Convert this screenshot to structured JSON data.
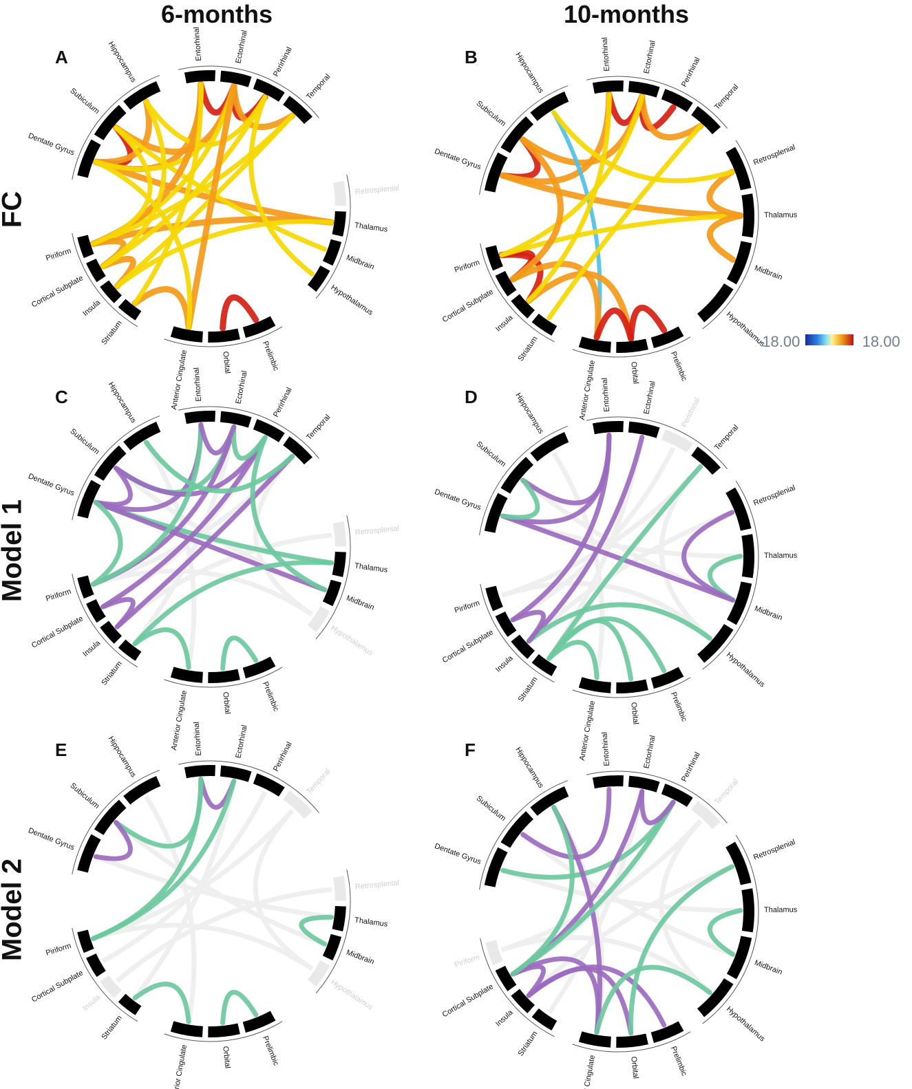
{
  "column_titles": [
    "6-months",
    "10-months"
  ],
  "row_titles": [
    "FC",
    "Model 1",
    "Model 2"
  ],
  "panel_letters": [
    "A",
    "B",
    "C",
    "D",
    "E",
    "F"
  ],
  "colorbar": {
    "min_label": "-18.00",
    "max_label": "18.00"
  },
  "colors": {
    "positive_low": "#f5d800",
    "positive_mid": "#f39a1a",
    "positive_high": "#d62012",
    "negative": "#4fc0e8",
    "model_green": "#6cc9a0",
    "model_purple": "#9b6bbf",
    "faded": "#e9e9e9",
    "faded_label": "#cfcfcf"
  },
  "panels": [
    {
      "id": "A",
      "layout": "a",
      "regions": [
        {
          "name": "Entorhinal",
          "on": true
        },
        {
          "name": "Ectorhinal",
          "on": true
        },
        {
          "name": "Perirhinal",
          "on": true
        },
        {
          "name": "Temporal",
          "on": true
        },
        {
          "name": "Retrosplenial",
          "on": false
        },
        {
          "name": "Thalamus",
          "on": true
        },
        {
          "name": "Midbrain",
          "on": true
        },
        {
          "name": "Hypothalamus",
          "on": true
        },
        {
          "name": "Anterior Cingulate",
          "on": true
        },
        {
          "name": "Orbital",
          "on": true
        },
        {
          "name": "Prelimbic",
          "on": true
        },
        {
          "name": "Striatum",
          "on": true
        },
        {
          "name": "Insula",
          "on": true
        },
        {
          "name": "Cortical Subplate",
          "on": true
        },
        {
          "name": "Piriform",
          "on": true
        },
        {
          "name": "Dentate Gyrus",
          "on": true
        },
        {
          "name": "Subiculum",
          "on": true
        },
        {
          "name": "Hippocampus",
          "on": true
        }
      ],
      "links": [
        [
          "Ectorhinal",
          "Entorhinal",
          "high"
        ],
        [
          "Ectorhinal",
          "Perirhinal",
          "high"
        ],
        [
          "Ectorhinal",
          "Temporal",
          "mid"
        ],
        [
          "Dentate Gyrus",
          "Subiculum",
          "high"
        ],
        [
          "Dentate Gyrus",
          "Hippocampus",
          "mid"
        ],
        [
          "Dentate Gyrus",
          "Thalamus",
          "mid"
        ],
        [
          "Dentate Gyrus",
          "Entorhinal",
          "mid"
        ],
        [
          "Dentate Gyrus",
          "Ectorhinal",
          "low"
        ],
        [
          "Subiculum",
          "Ectorhinal",
          "mid"
        ],
        [
          "Subiculum",
          "Midbrain",
          "low"
        ],
        [
          "Hippocampus",
          "Perirhinal",
          "low"
        ],
        [
          "Piriform",
          "Thalamus",
          "mid"
        ],
        [
          "Piriform",
          "Ectorhinal",
          "low"
        ],
        [
          "Piriform",
          "Entorhinal",
          "mid"
        ],
        [
          "Piriform",
          "Temporal",
          "low"
        ],
        [
          "Cortical Subplate",
          "Insula",
          "mid"
        ],
        [
          "Cortical Subplate",
          "Piriform",
          "mid"
        ],
        [
          "Cortical Subplate",
          "Perirhinal",
          "low"
        ],
        [
          "Insula",
          "Temporal",
          "low"
        ],
        [
          "Insula",
          "Thalamus",
          "low"
        ],
        [
          "Striatum",
          "Anterior Cingulate",
          "mid"
        ],
        [
          "Striatum",
          "Entorhinal",
          "low"
        ],
        [
          "Orbital",
          "Prelimbic",
          "high"
        ],
        [
          "Anterior Cingulate",
          "Ectorhinal",
          "mid"
        ],
        [
          "Anterior Cingulate",
          "Dentate Gyrus",
          "low"
        ],
        [
          "Hypothalamus",
          "Perirhinal",
          "low"
        ],
        [
          "Subiculum",
          "Piriform",
          "low"
        ],
        [
          "Hippocampus",
          "Cortical Subplate",
          "low"
        ]
      ]
    },
    {
      "id": "B",
      "layout": "b",
      "regions": [
        {
          "name": "Entorhinal",
          "on": true
        },
        {
          "name": "Ectorhinal",
          "on": true
        },
        {
          "name": "Perirhinal",
          "on": true
        },
        {
          "name": "Temporal",
          "on": true
        },
        {
          "name": "Retrosplenial",
          "on": true
        },
        {
          "name": "Thalamus",
          "on": true
        },
        {
          "name": "Midbrain",
          "on": true
        },
        {
          "name": "Hypothalamus",
          "on": true
        },
        {
          "name": "Anterior Cingulate",
          "on": true
        },
        {
          "name": "Orbital",
          "on": true
        },
        {
          "name": "Prelimbic",
          "on": true
        },
        {
          "name": "Striatum",
          "on": true
        },
        {
          "name": "Insula",
          "on": true
        },
        {
          "name": "Cortical Subplate",
          "on": true
        },
        {
          "name": "Piriform",
          "on": true
        },
        {
          "name": "Dentate Gyrus",
          "on": true
        },
        {
          "name": "Subiculum",
          "on": true
        },
        {
          "name": "Hippocampus",
          "on": true
        }
      ],
      "links": [
        [
          "Ectorhinal",
          "Entorhinal",
          "high"
        ],
        [
          "Ectorhinal",
          "Perirhinal",
          "high"
        ],
        [
          "Ectorhinal",
          "Temporal",
          "mid"
        ],
        [
          "Dentate Gyrus",
          "Subiculum",
          "high"
        ],
        [
          "Dentate Gyrus",
          "Entorhinal",
          "mid"
        ],
        [
          "Subiculum",
          "Ectorhinal",
          "mid"
        ],
        [
          "Dentate Gyrus",
          "Thalamus",
          "mid"
        ],
        [
          "Hippocampus",
          "Anterior Cingulate",
          "neg"
        ],
        [
          "Piriform",
          "Insula",
          "high"
        ],
        [
          "Cortical Subplate",
          "Piriform",
          "high"
        ],
        [
          "Insula",
          "Orbital",
          "mid"
        ],
        [
          "Piriform",
          "Thalamus",
          "low"
        ],
        [
          "Piriform",
          "Ectorhinal",
          "low"
        ],
        [
          "Cortical Subplate",
          "Anterior Cingulate",
          "mid"
        ],
        [
          "Orbital",
          "Anterior Cingulate",
          "high"
        ],
        [
          "Prelimbic",
          "Orbital",
          "high"
        ],
        [
          "Thalamus",
          "Midbrain",
          "mid"
        ],
        [
          "Retrosplenial",
          "Thalamus",
          "mid"
        ],
        [
          "Striatum",
          "Temporal",
          "low"
        ],
        [
          "Insula",
          "Entorhinal",
          "low"
        ],
        [
          "Hippocampus",
          "Retrosplenial",
          "low"
        ],
        [
          "Subiculum",
          "Cortical Subplate",
          "mid"
        ]
      ]
    },
    {
      "id": "C",
      "layout": "a",
      "regions": [
        {
          "name": "Entorhinal",
          "on": true
        },
        {
          "name": "Ectorhinal",
          "on": true
        },
        {
          "name": "Perirhinal",
          "on": true
        },
        {
          "name": "Temporal",
          "on": true
        },
        {
          "name": "Retrosplenial",
          "on": false
        },
        {
          "name": "Thalamus",
          "on": true
        },
        {
          "name": "Midbrain",
          "on": true
        },
        {
          "name": "Hypothalamus",
          "on": false
        },
        {
          "name": "Anterior Cingulate",
          "on": true
        },
        {
          "name": "Orbital",
          "on": true
        },
        {
          "name": "Prelimbic",
          "on": true
        },
        {
          "name": "Striatum",
          "on": true
        },
        {
          "name": "Insula",
          "on": true
        },
        {
          "name": "Cortical Subplate",
          "on": true
        },
        {
          "name": "Piriform",
          "on": true
        },
        {
          "name": "Dentate Gyrus",
          "on": true
        },
        {
          "name": "Subiculum",
          "on": true
        },
        {
          "name": "Hippocampus",
          "on": true
        }
      ],
      "links": [
        [
          "Dentate Gyrus",
          "Thalamus",
          "green"
        ],
        [
          "Dentate Gyrus",
          "Entorhinal",
          "purple"
        ],
        [
          "Subiculum",
          "Ectorhinal",
          "green"
        ],
        [
          "Subiculum",
          "Perirhinal",
          "purple"
        ],
        [
          "Dentate Gyrus",
          "Midbrain",
          "purple"
        ],
        [
          "Dentate Gyrus",
          "Subiculum",
          "purple"
        ],
        [
          "Piriform",
          "Ectorhinal",
          "purple"
        ],
        [
          "Piriform",
          "Entorhinal",
          "green"
        ],
        [
          "Cortical Subplate",
          "Perirhinal",
          "purple"
        ],
        [
          "Insula",
          "Temporal",
          "purple"
        ],
        [
          "Piriform",
          "Dentate Gyrus",
          "green"
        ],
        [
          "Striatum",
          "Thalamus",
          "green"
        ],
        [
          "Striatum",
          "Anterior Cingulate",
          "green"
        ],
        [
          "Orbital",
          "Prelimbic",
          "green"
        ],
        [
          "Cortical Subplate",
          "Insula",
          "purple"
        ],
        [
          "Ectorhinal",
          "Perirhinal",
          "green"
        ],
        [
          "Entorhinal",
          "Ectorhinal",
          "purple"
        ],
        [
          "Hippocampus",
          "Temporal",
          "green"
        ],
        [
          "Midbrain",
          "Perirhinal",
          "green"
        ]
      ]
    },
    {
      "id": "D",
      "layout": "b",
      "regions": [
        {
          "name": "Entorhinal",
          "on": true
        },
        {
          "name": "Ectorhinal",
          "on": true
        },
        {
          "name": "Perirhinal",
          "on": false
        },
        {
          "name": "Temporal",
          "on": true
        },
        {
          "name": "Retrosplenial",
          "on": true
        },
        {
          "name": "Thalamus",
          "on": true
        },
        {
          "name": "Midbrain",
          "on": true
        },
        {
          "name": "Hypothalamus",
          "on": true
        },
        {
          "name": "Anterior Cingulate",
          "on": true
        },
        {
          "name": "Orbital",
          "on": true
        },
        {
          "name": "Prelimbic",
          "on": true
        },
        {
          "name": "Striatum",
          "on": true
        },
        {
          "name": "Insula",
          "on": true
        },
        {
          "name": "Cortical Subplate",
          "on": true
        },
        {
          "name": "Piriform",
          "on": true
        },
        {
          "name": "Dentate Gyrus",
          "on": true
        },
        {
          "name": "Subiculum",
          "on": true
        },
        {
          "name": "Hippocampus",
          "on": true
        }
      ],
      "links": [
        [
          "Subiculum",
          "Entorhinal",
          "purple"
        ],
        [
          "Dentate Gyrus",
          "Entorhinal",
          "purple"
        ],
        [
          "Dentate Gyrus",
          "Midbrain",
          "purple"
        ],
        [
          "Cortical Subplate",
          "Entorhinal",
          "purple"
        ],
        [
          "Insula",
          "Ectorhinal",
          "purple"
        ],
        [
          "Striatum",
          "Temporal",
          "green"
        ],
        [
          "Insula",
          "Hypothalamus",
          "green"
        ],
        [
          "Striatum",
          "Orbital",
          "green"
        ],
        [
          "Striatum",
          "Prelimbic",
          "green"
        ],
        [
          "Thalamus",
          "Midbrain",
          "green"
        ],
        [
          "Retrosplenial",
          "Midbrain",
          "purple"
        ],
        [
          "Striatum",
          "Anterior Cingulate",
          "green"
        ],
        [
          "Subiculum",
          "Dentate Gyrus",
          "green"
        ],
        [
          "Cortical Subplate",
          "Insula",
          "purple"
        ]
      ]
    },
    {
      "id": "E",
      "layout": "a",
      "regions": [
        {
          "name": "Entorhinal",
          "on": true
        },
        {
          "name": "Ectorhinal",
          "on": true
        },
        {
          "name": "Perirhinal",
          "on": true
        },
        {
          "name": "Temporal",
          "on": false
        },
        {
          "name": "Retrosplenial",
          "on": false
        },
        {
          "name": "Thalamus",
          "on": true
        },
        {
          "name": "Midbrain",
          "on": true
        },
        {
          "name": "Hypothalamus",
          "on": false
        },
        {
          "name": "Anterior Cingulate",
          "on": true
        },
        {
          "name": "Orbital",
          "on": true
        },
        {
          "name": "Prelimbic",
          "on": true
        },
        {
          "name": "Striatum",
          "on": true
        },
        {
          "name": "Insula",
          "on": false
        },
        {
          "name": "Cortical Subplate",
          "on": true
        },
        {
          "name": "Piriform",
          "on": true
        },
        {
          "name": "Dentate Gyrus",
          "on": true
        },
        {
          "name": "Subiculum",
          "on": true
        },
        {
          "name": "Hippocampus",
          "on": true
        }
      ],
      "links": [
        [
          "Ectorhinal",
          "Entorhinal",
          "purple"
        ],
        [
          "Subiculum",
          "Entorhinal",
          "green"
        ],
        [
          "Piriform",
          "Entorhinal",
          "green"
        ],
        [
          "Piriform",
          "Ectorhinal",
          "green"
        ],
        [
          "Dentate Gyrus",
          "Subiculum",
          "purple"
        ],
        [
          "Thalamus",
          "Midbrain",
          "green"
        ],
        [
          "Striatum",
          "Anterior Cingulate",
          "green"
        ],
        [
          "Orbital",
          "Prelimbic",
          "green"
        ]
      ]
    },
    {
      "id": "F",
      "layout": "b",
      "regions": [
        {
          "name": "Entorhinal",
          "on": true
        },
        {
          "name": "Ectorhinal",
          "on": true
        },
        {
          "name": "Perirhinal",
          "on": true
        },
        {
          "name": "Temporal",
          "on": false
        },
        {
          "name": "Retrosplenial",
          "on": true
        },
        {
          "name": "Thalamus",
          "on": true
        },
        {
          "name": "Midbrain",
          "on": true
        },
        {
          "name": "Hypothalamus",
          "on": true
        },
        {
          "name": "Anterior Cingulate",
          "on": true
        },
        {
          "name": "Orbital",
          "on": true
        },
        {
          "name": "Prelimbic",
          "on": true
        },
        {
          "name": "Striatum",
          "on": true
        },
        {
          "name": "Insula",
          "on": true
        },
        {
          "name": "Cortical Subplate",
          "on": true
        },
        {
          "name": "Piriform",
          "on": false
        },
        {
          "name": "Dentate Gyrus",
          "on": true
        },
        {
          "name": "Subiculum",
          "on": true
        },
        {
          "name": "Hippocampus",
          "on": true
        }
      ],
      "links": [
        [
          "Dentate Gyrus",
          "Perirhinal",
          "green"
        ],
        [
          "Hippocampus",
          "Anterior Cingulate",
          "purple"
        ],
        [
          "Cortical Subplate",
          "Ectorhinal",
          "purple"
        ],
        [
          "Cortical Subplate",
          "Perirhinal",
          "green"
        ],
        [
          "Subiculum",
          "Entorhinal",
          "purple"
        ],
        [
          "Cortical Subplate",
          "Anterior Cingulate",
          "purple"
        ],
        [
          "Insula",
          "Orbital",
          "purple"
        ],
        [
          "Insula",
          "Prelimbic",
          "purple"
        ],
        [
          "Thalamus",
          "Midbrain",
          "green"
        ],
        [
          "Retrosplenial",
          "Orbital",
          "green"
        ],
        [
          "Hypothalamus",
          "Anterior Cingulate",
          "green"
        ],
        [
          "Ectorhinal",
          "Perirhinal",
          "purple"
        ],
        [
          "Cortical Subplate",
          "Insula",
          "purple"
        ],
        [
          "Hippocampus",
          "Cortical Subplate",
          "green"
        ]
      ]
    }
  ]
}
